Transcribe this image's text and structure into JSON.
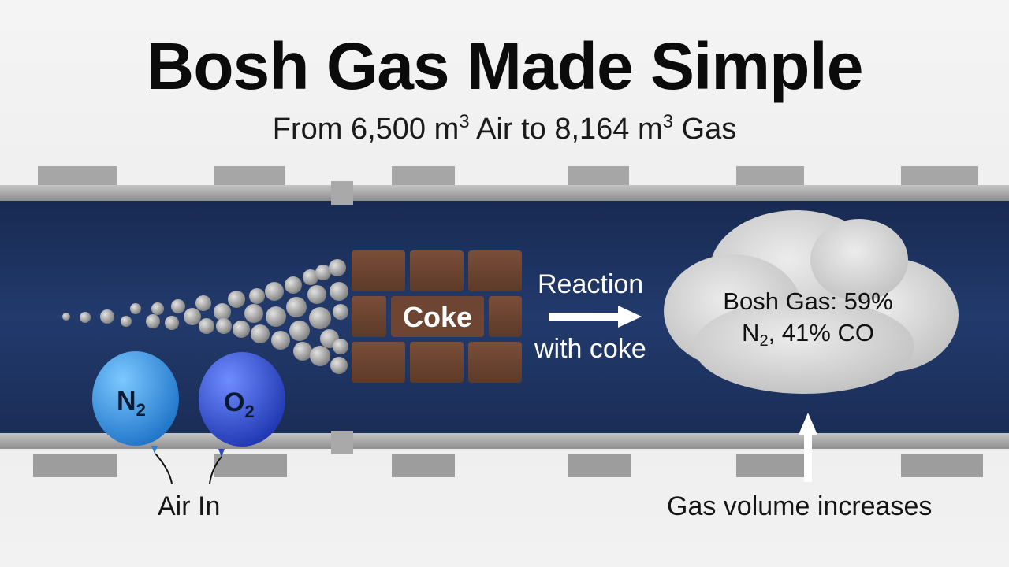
{
  "title": "Bosh Gas Made Simple",
  "subtitle": {
    "prefix": "From 6,500 m",
    "sup1": "3",
    "middle": " Air to 8,164 m",
    "sup2": "3",
    "suffix": " Gas"
  },
  "coke_label": "Coke",
  "reaction": {
    "line1": "Reaction",
    "line2": "with coke"
  },
  "cloud": {
    "line1": "Bosh Gas: 59%",
    "line2_prefix": "N",
    "line2_sub": "2",
    "line2_suffix": ", 41% CO"
  },
  "balloons": [
    {
      "symbol": "N",
      "sub": "2",
      "color": "#2e8fe0"
    },
    {
      "symbol": "O",
      "sub": "2",
      "color": "#2f52d8"
    }
  ],
  "air_in_label": "Air In",
  "gas_volume_label": "Gas volume increases",
  "colors": {
    "duct": "#1f3563",
    "rail": "#9a9a9a",
    "brick": "#6b4330",
    "cloud": "#d9d9d9"
  }
}
